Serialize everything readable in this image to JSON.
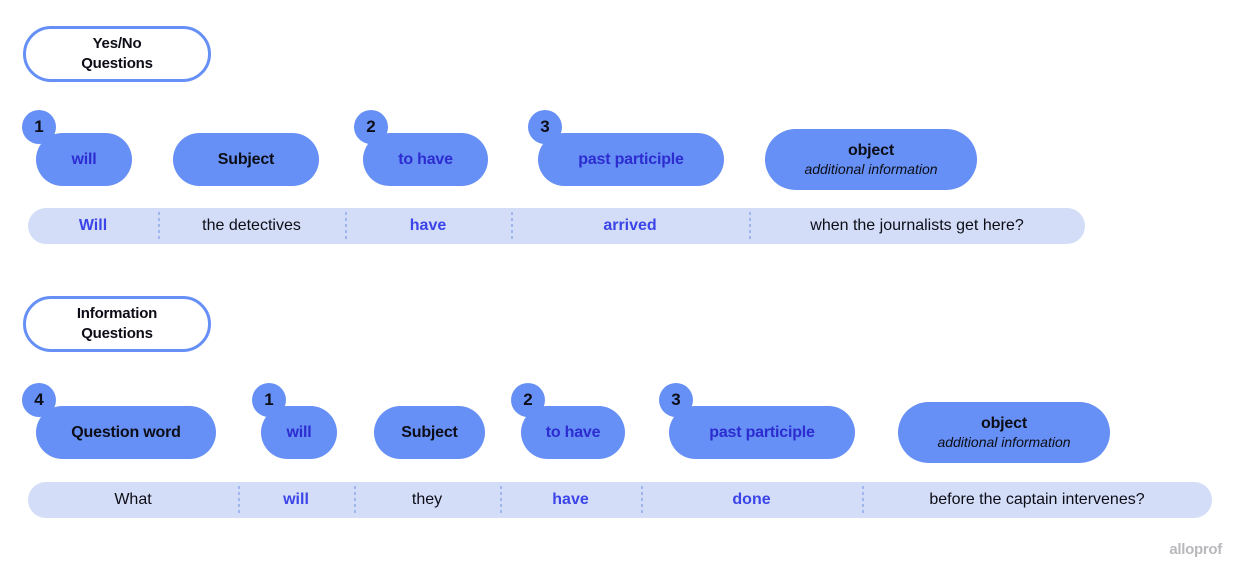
{
  "theme": {
    "background": "#ffffff",
    "pill_blue": "#6690f5",
    "strip_blue": "#d3ddf7",
    "text_dark": "#0d0d17",
    "text_accent": "#2c2cd0",
    "sentence_accent": "#3b44e8",
    "divider": "#9fb6ef",
    "watermark": "#b9b9bd"
  },
  "watermark": "alloprof",
  "sections": [
    {
      "header": {
        "lines": [
          "Yes/No",
          "Questions"
        ]
      },
      "pills": [
        {
          "badge": "1",
          "main": "will",
          "sub": null,
          "style": "accent"
        },
        {
          "badge": null,
          "main": "Subject",
          "sub": null,
          "style": "dark"
        },
        {
          "badge": "2",
          "main": "to have",
          "sub": null,
          "style": "accent"
        },
        {
          "badge": "3",
          "main": "past participle",
          "sub": null,
          "style": "accent"
        },
        {
          "badge": null,
          "main": "object",
          "sub": "additional information",
          "style": "dark"
        }
      ],
      "sentence": [
        {
          "text": "Will",
          "highlight": true
        },
        {
          "text": "the detectives",
          "highlight": false
        },
        {
          "text": "have",
          "highlight": true
        },
        {
          "text": "arrived",
          "highlight": true
        },
        {
          "text": "when the journalists get here?",
          "highlight": false
        }
      ]
    },
    {
      "header": {
        "lines": [
          "Information",
          "Questions"
        ]
      },
      "pills": [
        {
          "badge": "4",
          "main": "Question word",
          "sub": null,
          "style": "dark"
        },
        {
          "badge": "1",
          "main": "will",
          "sub": null,
          "style": "accent"
        },
        {
          "badge": null,
          "main": "Subject",
          "sub": null,
          "style": "dark"
        },
        {
          "badge": "2",
          "main": "to have",
          "sub": null,
          "style": "accent"
        },
        {
          "badge": "3",
          "main": "past participle",
          "sub": null,
          "style": "accent"
        },
        {
          "badge": null,
          "main": "object",
          "sub": "additional information",
          "style": "dark"
        }
      ],
      "sentence": [
        {
          "text": "What",
          "highlight": false
        },
        {
          "text": "will",
          "highlight": true
        },
        {
          "text": "they",
          "highlight": false
        },
        {
          "text": "have",
          "highlight": true
        },
        {
          "text": "done",
          "highlight": true
        },
        {
          "text": "before the captain intervenes?",
          "highlight": false
        }
      ]
    }
  ]
}
